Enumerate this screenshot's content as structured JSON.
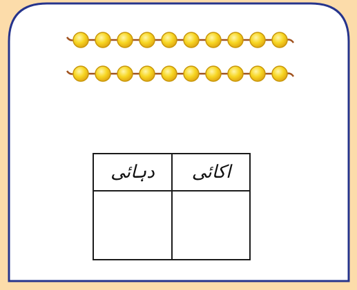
{
  "worksheet": {
    "bead_strings": [
      {
        "bead_count": 10
      },
      {
        "bead_count": 10
      }
    ],
    "table": {
      "headers": [
        "دہائی",
        "اکائی"
      ],
      "cells": [
        "",
        ""
      ]
    }
  },
  "colors": {
    "page_background": "#fcdcaa",
    "card_fill": "#ffffff",
    "card_border": "#26348c",
    "bead_fill": "#f7d622",
    "bead_outline": "#c8960a",
    "string": "#a0521e"
  }
}
